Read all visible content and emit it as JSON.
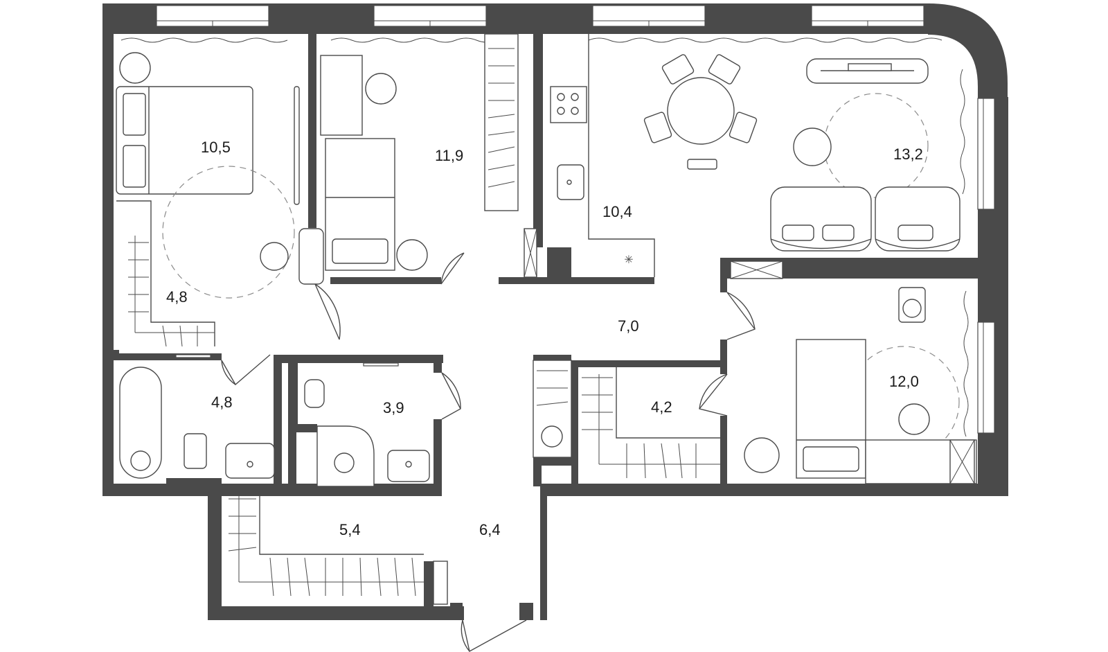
{
  "plan": {
    "wall_color": "#4a4a4a",
    "rooms": [
      {
        "id": "bedroom-1",
        "area": "10,5"
      },
      {
        "id": "bedroom-2",
        "area": "11,9"
      },
      {
        "id": "kitchen",
        "area": "10,4"
      },
      {
        "id": "living-room",
        "area": "13,2"
      },
      {
        "id": "wardrobe-1",
        "area": "4,8"
      },
      {
        "id": "bathroom-1",
        "area": "4,8"
      },
      {
        "id": "hallway",
        "area": "7,0"
      },
      {
        "id": "bathroom-2",
        "area": "3,9"
      },
      {
        "id": "wardrobe-2",
        "area": "4,2"
      },
      {
        "id": "bedroom-3",
        "area": "12,0"
      },
      {
        "id": "wardrobe-3",
        "area": "5,4"
      },
      {
        "id": "entrance-hall",
        "area": "6,4"
      }
    ]
  }
}
